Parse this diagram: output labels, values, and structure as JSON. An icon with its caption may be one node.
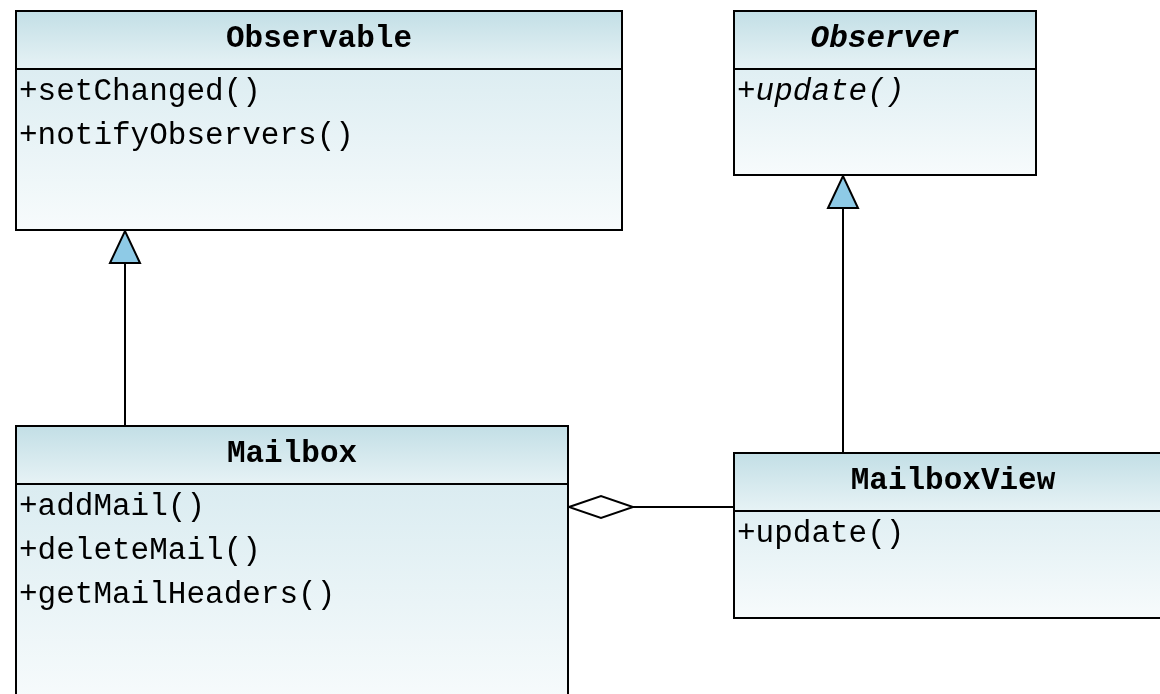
{
  "diagram": {
    "nodes": [
      {
        "text": [
          "Observable",
          "+setChanged()",
          "+notifyObservers()"
        ]
      },
      {
        "text": [
          "Observer",
          "+update()"
        ]
      },
      {
        "text": [
          "Mailbox",
          "+addMail()",
          "+deleteMail()",
          "+getMailHeaders()"
        ]
      },
      {
        "text": [
          "MailboxView",
          "+update()"
        ]
      }
    ],
    "edges": [
      {
        "from": 2,
        "to": 0,
        "arrow": "to"
      },
      {
        "from": 3,
        "to": 1,
        "arrow": "to"
      },
      {
        "from": 2,
        "to": 3,
        "arrow": "other"
      }
    ]
  }
}
